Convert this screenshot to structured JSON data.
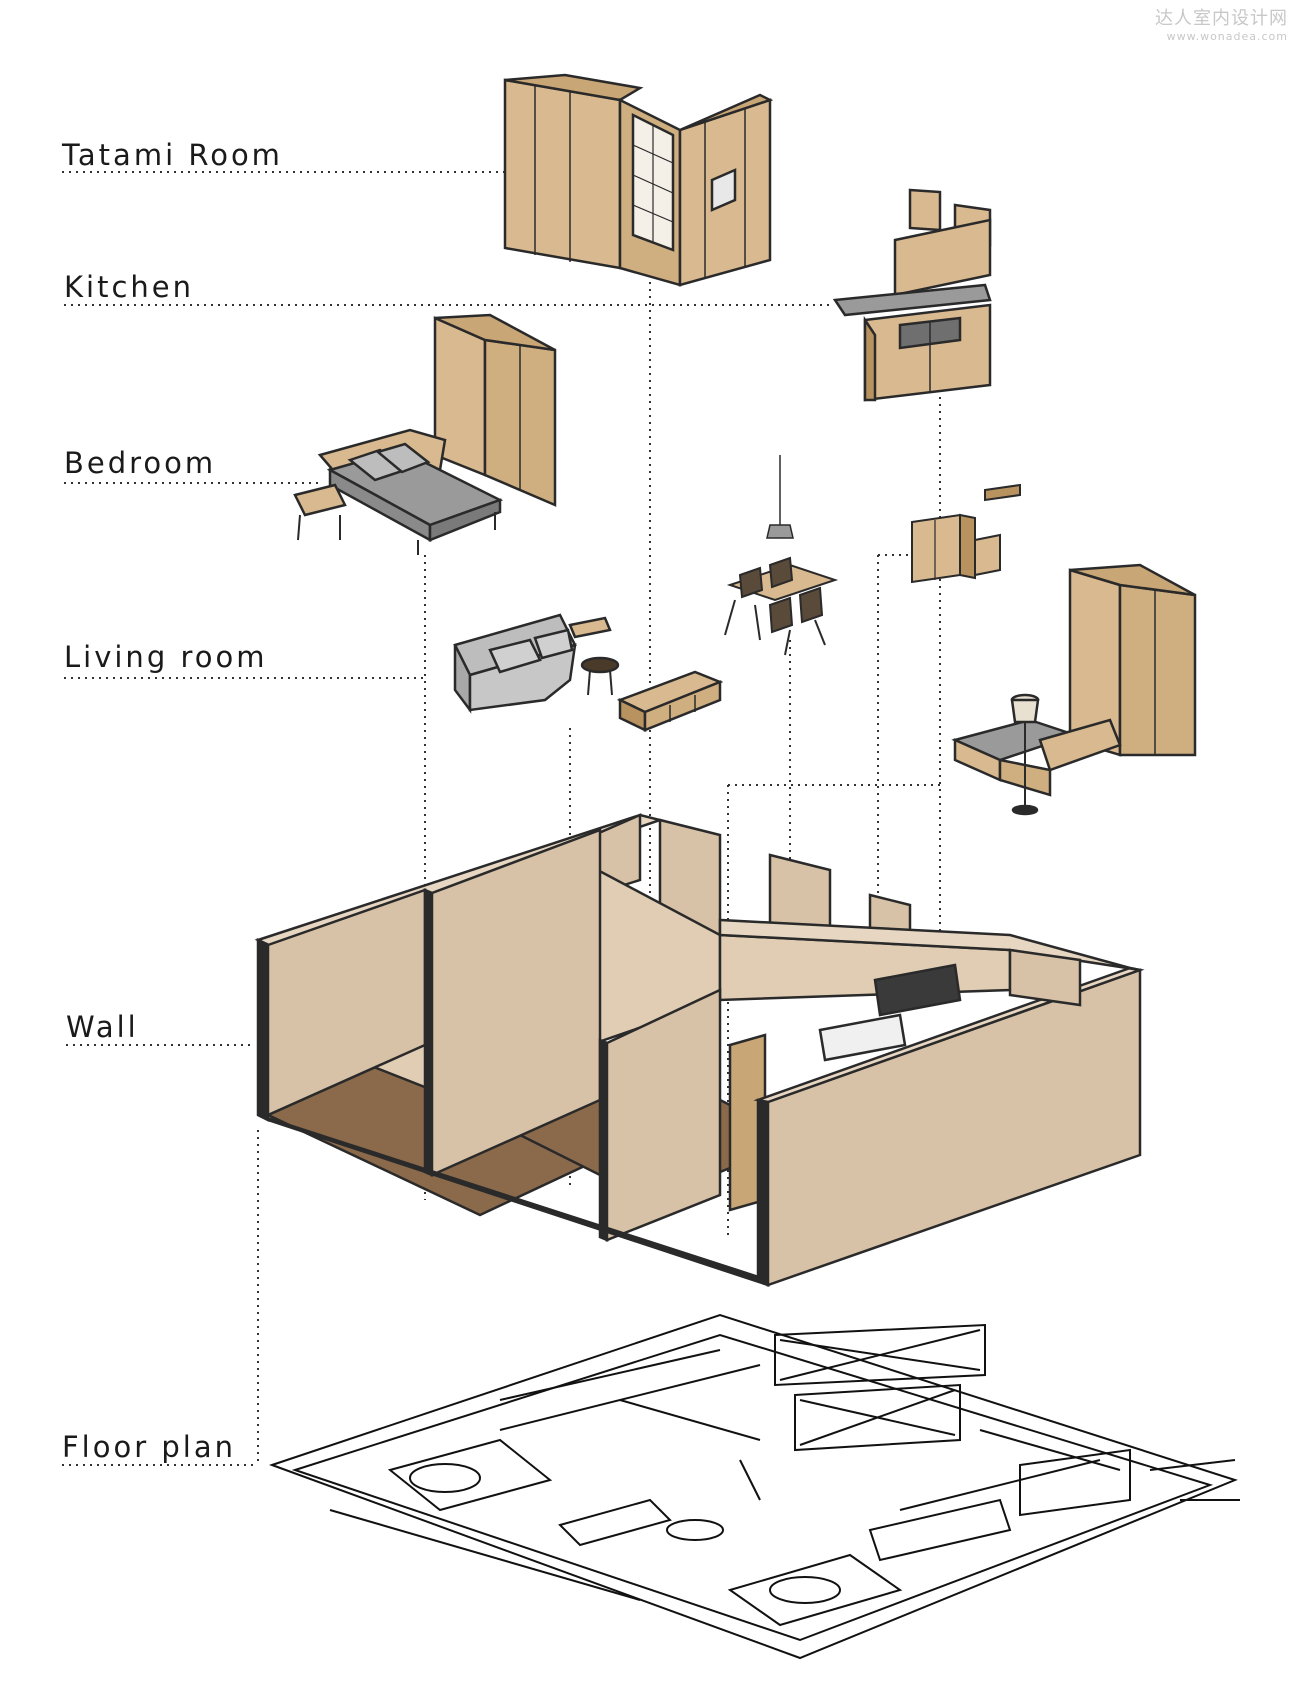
{
  "watermark": {
    "brand": "达人室内设计网",
    "url": "www.wonadea.com"
  },
  "layers": [
    {
      "id": "tatami",
      "label": "Tatami Room"
    },
    {
      "id": "kitchen",
      "label": "Kitchen"
    },
    {
      "id": "bedroom",
      "label": "Bedroom"
    },
    {
      "id": "living",
      "label": "Living room"
    },
    {
      "id": "wall",
      "label": "Wall"
    },
    {
      "id": "floor",
      "label": "Floor plan"
    }
  ],
  "colors": {
    "wood": "#d9b98f",
    "wood_dark": "#b8935f",
    "wall": "#d7c2a8",
    "edge": "#2a2a2a",
    "fabric": "#9a9a9a",
    "floor_wood": "#8a6a4a"
  }
}
